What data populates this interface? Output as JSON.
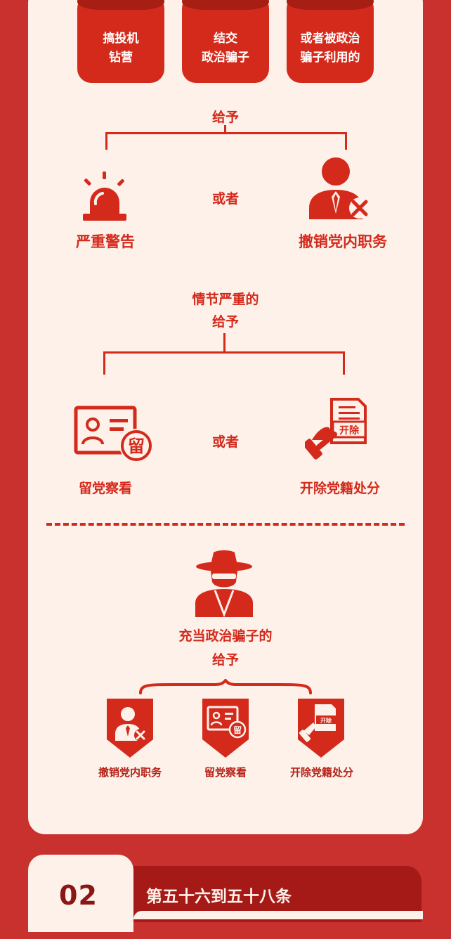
{
  "conditions": [
    {
      "line1": "搞投机",
      "line2": "钻营"
    },
    {
      "line1": "结交",
      "line2": "政治骗子"
    },
    {
      "line1": "或者被政治",
      "line2": "骗子利用的"
    }
  ],
  "section1": {
    "give": "给予",
    "or": "或者",
    "left_label": "严重警告",
    "right_label": "撤销党内职务"
  },
  "section2": {
    "header_line1": "情节严重的",
    "header_line2": "给予",
    "or": "或者",
    "left_label": "留党察看",
    "right_label": "开除党籍处分",
    "badge_liu": "留",
    "badge_kaichu": "开除"
  },
  "section3": {
    "header_line1": "充当政治骗子的",
    "header_line2": "给予",
    "items": [
      {
        "label": "撤销党内职务",
        "icon": "dismiss-icon"
      },
      {
        "label": "留党察看",
        "icon": "probation-icon"
      },
      {
        "label": "开除党籍处分",
        "icon": "expel-icon"
      }
    ]
  },
  "footer": {
    "number": "02",
    "title": "第五十六到五十八条"
  },
  "colors": {
    "background": "#c8312e",
    "card": "#fdf1ea",
    "accent": "#d42a1c",
    "dark_accent": "#a51a17"
  }
}
